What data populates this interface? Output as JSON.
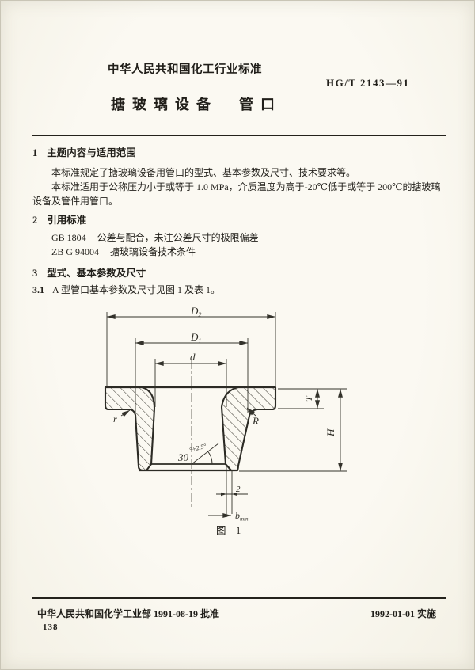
{
  "header": {
    "org": "中华人民共和国化工行业标准",
    "code": "HG/T 2143—91",
    "title": "搪玻璃设备　管口"
  },
  "sections": {
    "s1": {
      "no": "1",
      "heading": "主题内容与适用范围",
      "p1": "本标准规定了搪玻璃设备用管口的型式、基本参数及尺寸、技术要求等。",
      "p2_line1": "本标准适用于公称压力小于或等于 1.0 MPa，介质温度为高于-20℃低于或等于 200℃的搪玻璃",
      "p2_line2": "设备及管件用管口。"
    },
    "s2": {
      "no": "2",
      "heading": "引用标准",
      "refs": [
        {
          "code": "GB 1804",
          "title": "公差与配合，未注公差尺寸的极限偏差"
        },
        {
          "code": "ZB G 94004",
          "title": "搪玻璃设备技术条件"
        }
      ]
    },
    "s3": {
      "no": "3",
      "heading": "型式、基本参数及尺寸",
      "s31_no": "3.1",
      "s31_text": "A 型管口基本参数及尺寸见图 1 及表 1。"
    }
  },
  "figure": {
    "caption_label": "图",
    "caption_no": "1",
    "labels": {
      "d2_main": "D",
      "d2_sub": "2",
      "d1_main": "D",
      "d1_sub": "1",
      "d": "d",
      "t": "T",
      "h": "H",
      "r_small": "r",
      "r_big": "R",
      "angle_main": "30",
      "angle_sup": "°+2.5°",
      "two": "2",
      "b_main": "b",
      "b_sub": "min"
    }
  },
  "footer": {
    "approval_left": "中华人民共和国化学工业部 1991-08-19 批准",
    "implement_right": "1992-01-01 实施",
    "page_number": "138"
  }
}
